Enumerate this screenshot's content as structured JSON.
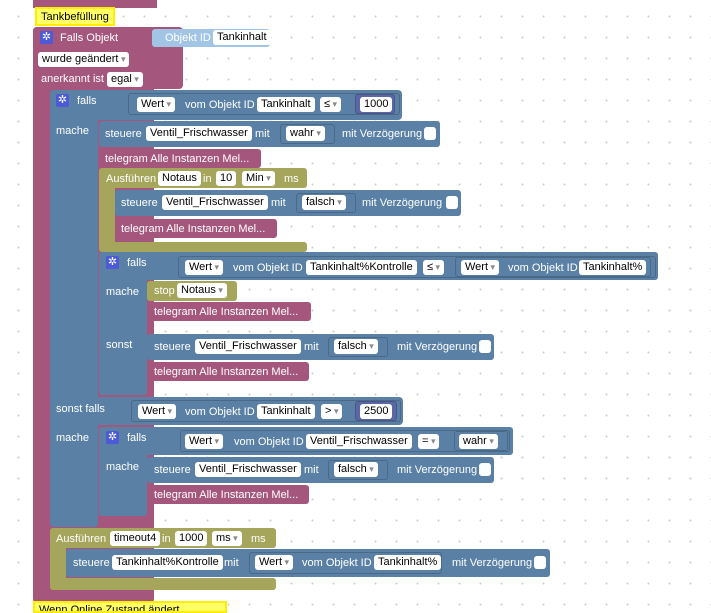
{
  "comments": {
    "top": "Tankbefüllung",
    "bottom": "Wenn Online Zustand ändert"
  },
  "trigger": {
    "label": "Falls Objekt",
    "object_label": "Objekt ID",
    "object_value": "Tankinhalt",
    "changed": "wurde geändert",
    "ack_label": "anerkannt ist",
    "ack_value": "egal"
  },
  "if1": {
    "label": "falls",
    "value_field": "Wert",
    "from_object": "vom Objekt ID",
    "object": "Tankinhalt",
    "operator": "≤",
    "number": "1000",
    "do_label": "mache",
    "elseif_label": "sonst falls"
  },
  "set1": {
    "label": "steuere",
    "object": "Ventil_Frischwasser",
    "with": "mit",
    "value": "wahr",
    "delay": "mit Verzögerung"
  },
  "telegram_label": "telegram Alle Instanzen Mel...",
  "timeout1": {
    "label": "Ausführen",
    "name": "Notaus",
    "in": "in",
    "value": "10",
    "unit": "Min",
    "unit_suffix": "ms"
  },
  "set2": {
    "label": "steuere",
    "object": "Ventil_Frischwasser",
    "with": "mit",
    "value": "falsch",
    "delay": "mit Verzögerung"
  },
  "if2": {
    "label": "falls",
    "value_field": "Wert",
    "from_object": "vom Objekt ID",
    "object": "Tankinhalt%Kontrolle",
    "operator": "≤",
    "value_field2": "Wert",
    "from_object2": "vom Objekt ID",
    "object2": "Tankinhalt%",
    "do_label": "mache",
    "else_label": "sonst"
  },
  "stop": {
    "label": "stop",
    "name": "Notaus"
  },
  "set3": {
    "label": "steuere",
    "object": "Ventil_Frischwasser",
    "with": "mit",
    "value": "falsch",
    "delay": "mit Verzögerung"
  },
  "elseif": {
    "value_field": "Wert",
    "from_object": "vom Objekt ID",
    "object": "Tankinhalt",
    "operator": ">",
    "number": "2500",
    "do_label": "mache"
  },
  "if3": {
    "label": "falls",
    "value_field": "Wert",
    "from_object": "vom Objekt ID",
    "object": "Ventil_Frischwasser",
    "operator": "=",
    "value": "wahr",
    "do_label": "mache"
  },
  "set4": {
    "label": "steuere",
    "object": "Ventil_Frischwasser",
    "with": "mit",
    "value": "falsch",
    "delay": "mit Verzögerung"
  },
  "timeout2": {
    "label": "Ausführen",
    "name": "timeout4",
    "in": "in",
    "value": "1000",
    "unit": "ms",
    "unit_suffix": "ms"
  },
  "set5": {
    "label": "steuere",
    "object": "Tankinhalt%Kontrolle",
    "with": "mit",
    "value_field": "Wert",
    "from_object": "vom Objekt ID",
    "value_object": "Tankinhalt%",
    "delay": "mit Verzögerung"
  }
}
